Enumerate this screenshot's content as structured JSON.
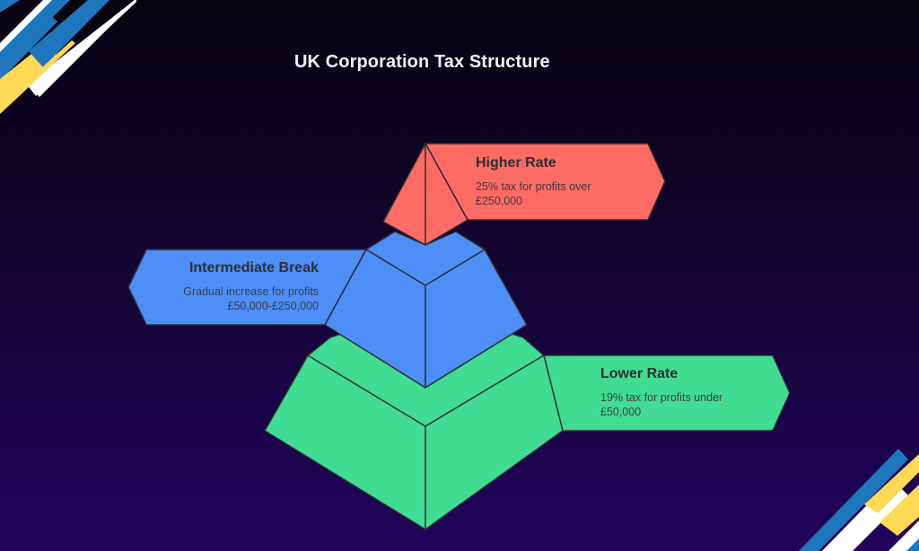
{
  "title": "UK Corporation Tax Structure",
  "colors": {
    "higher": "#fe6a64",
    "intermediate": "#4e8ef7",
    "lower": "#40dc91",
    "stroke": "#2c2c34",
    "accent_blue": "#1e77bd",
    "accent_yellow": "#fdd955",
    "accent_white": "#ffffff"
  },
  "tiers": [
    {
      "name": "Higher Rate",
      "description_line1": "25% tax for profits over",
      "description_line2": "£250,000"
    },
    {
      "name": "Intermediate Break",
      "description_line1": "Gradual increase for profits",
      "description_line2": "£50,000-£250,000"
    },
    {
      "name": "Lower Rate",
      "description_line1": "19% tax for profits under",
      "description_line2": "£50,000"
    }
  ]
}
